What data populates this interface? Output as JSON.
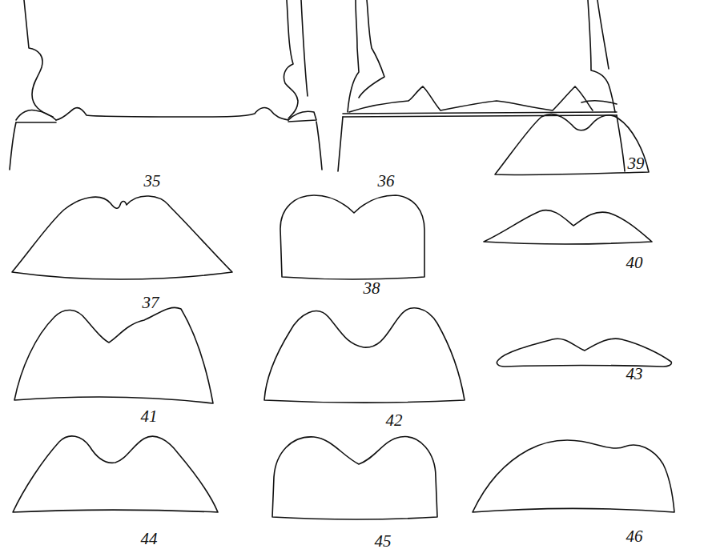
{
  "diagram": {
    "labels": [
      "35",
      "36",
      "39",
      "37",
      "38",
      "40",
      "41",
      "42",
      "43",
      "44",
      "45",
      "46"
    ]
  }
}
